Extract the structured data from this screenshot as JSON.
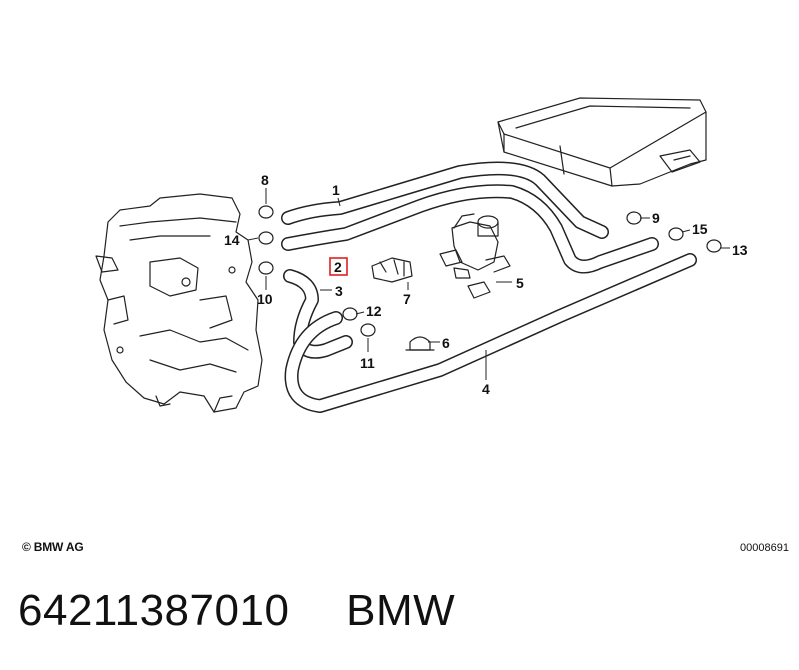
{
  "diagram": {
    "callouts": [
      {
        "id": "c1",
        "label": "1"
      },
      {
        "id": "c2",
        "label": "2",
        "highlight": true
      },
      {
        "id": "c3",
        "label": "3"
      },
      {
        "id": "c4",
        "label": "4"
      },
      {
        "id": "c5",
        "label": "5"
      },
      {
        "id": "c6",
        "label": "6"
      },
      {
        "id": "c7",
        "label": "7"
      },
      {
        "id": "c8",
        "label": "8"
      },
      {
        "id": "c9",
        "label": "9"
      },
      {
        "id": "c10",
        "label": "10"
      },
      {
        "id": "c11",
        "label": "11"
      },
      {
        "id": "c12",
        "label": "12"
      },
      {
        "id": "c13",
        "label": "13"
      },
      {
        "id": "c14",
        "label": "14"
      },
      {
        "id": "c15",
        "label": "15"
      }
    ],
    "highlight_color": "#e0201c"
  },
  "footer": {
    "copyright": "© BMW AG",
    "diagram_id": "00008691",
    "part_number": "64211387010",
    "brand": "BMW"
  }
}
